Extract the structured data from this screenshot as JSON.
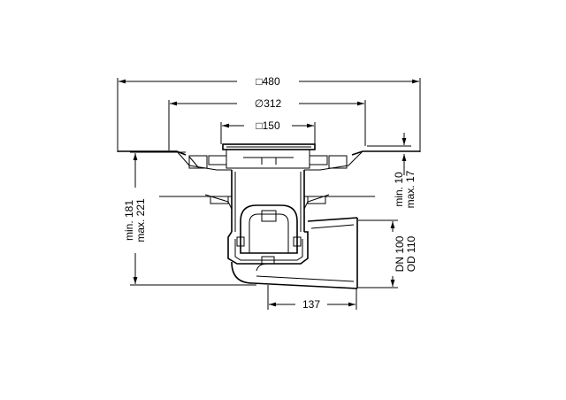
{
  "dimensions": {
    "overall_width": "□480",
    "flange_diameter": "∅312",
    "grate_size": "□150",
    "height_min": "min. 181",
    "height_max": "max. 221",
    "gap_min": "min. 10",
    "gap_max": "max. 17",
    "outlet_dn": "DN 100",
    "outlet_od": "OD 110",
    "outlet_offset": "137"
  }
}
